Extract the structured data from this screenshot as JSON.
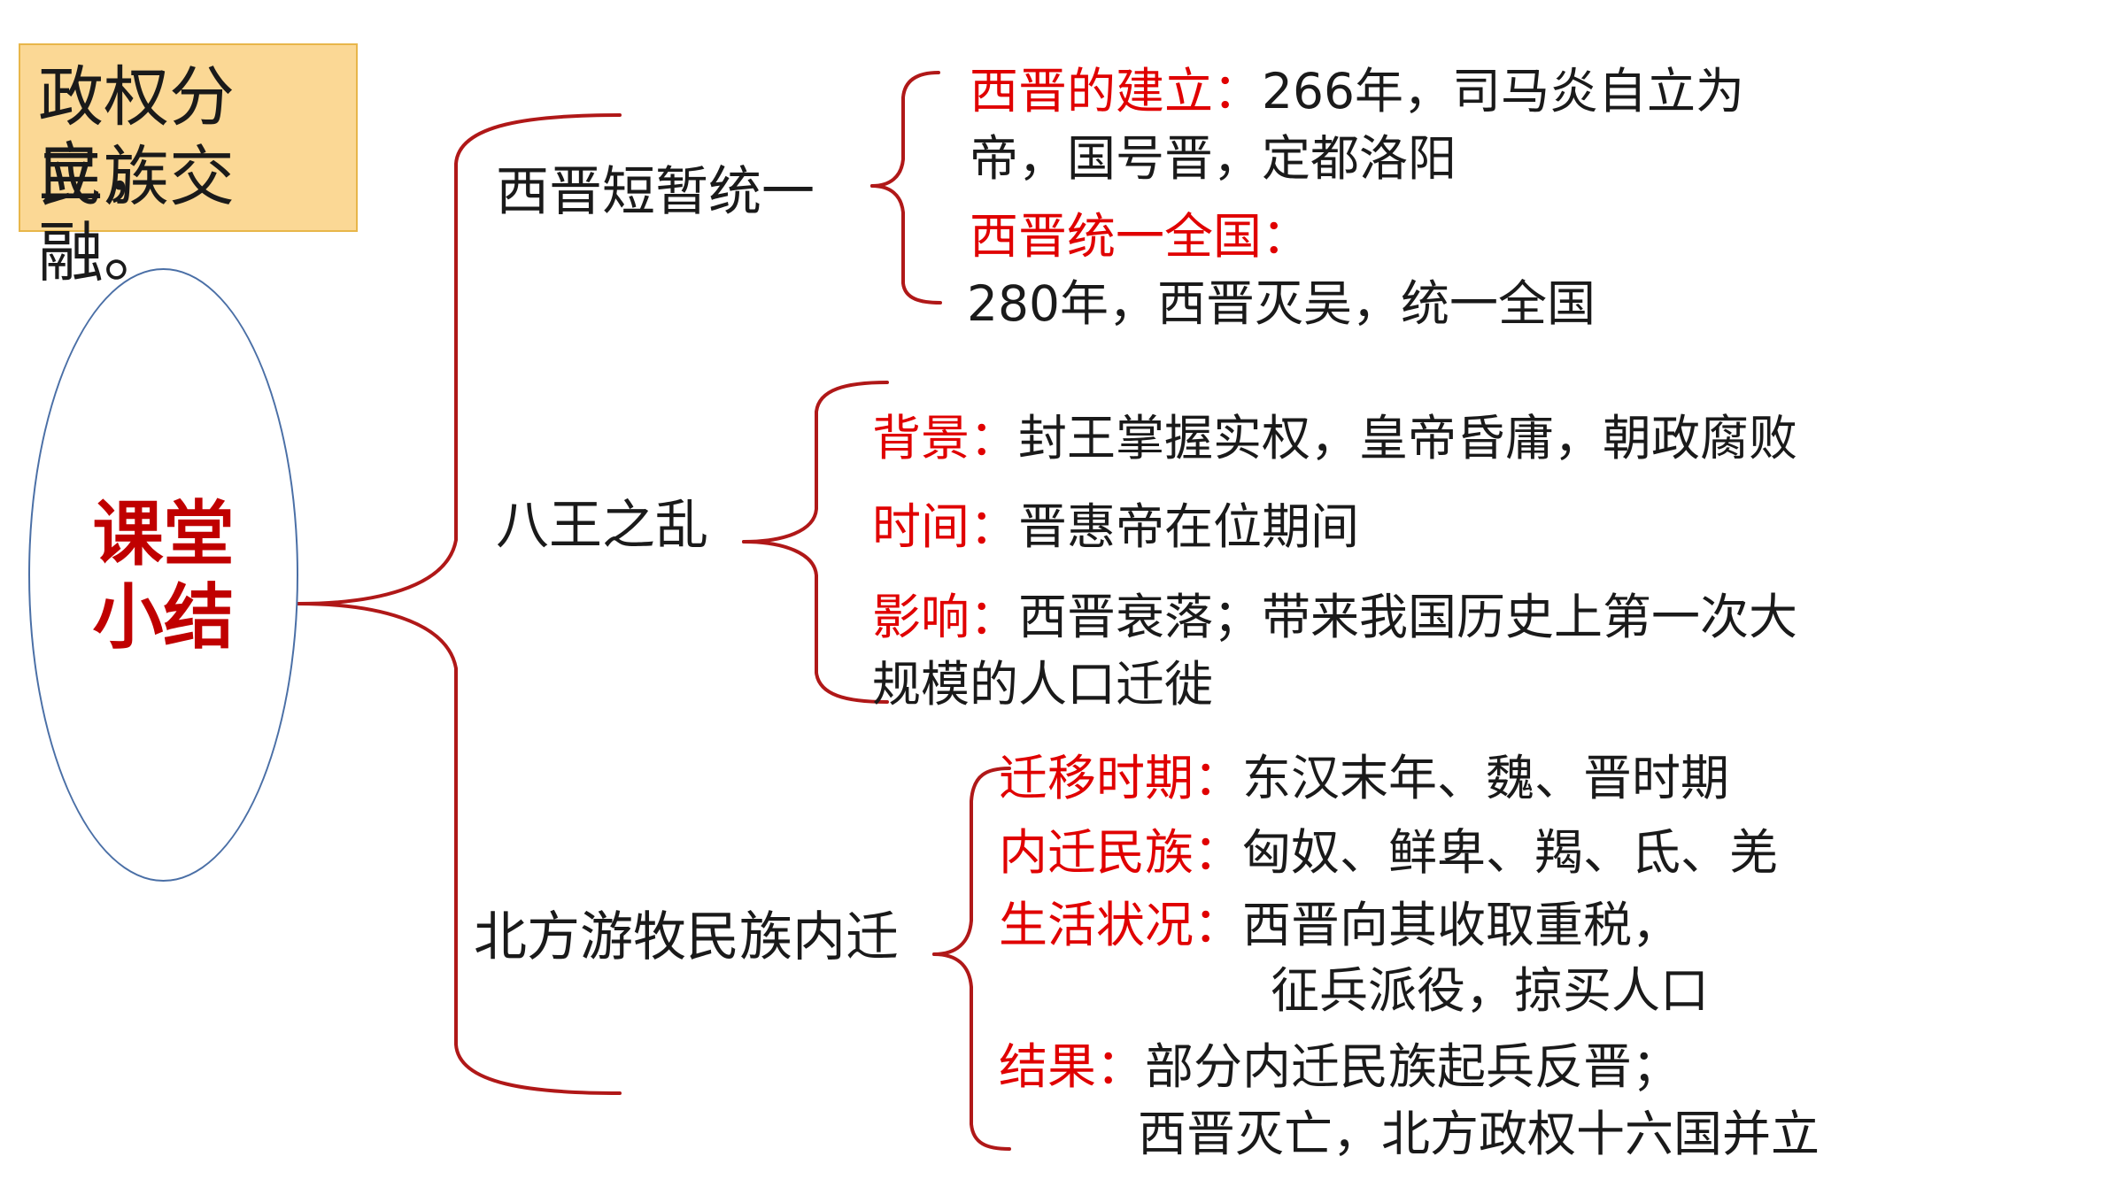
{
  "theme": {
    "line1": "政权分立，",
    "line2": "民族交融。"
  },
  "center": {
    "line1": "课堂",
    "line2": "小结"
  },
  "branches": [
    {
      "title": "西晋短暂统一",
      "items": [
        {
          "label": "西晋的建立：",
          "text": "266年，司马炎自立为",
          "text2": "帝，国号晋，定都洛阳"
        },
        {
          "label": "西晋统一全国：",
          "text": "",
          "text2": "280年，西晋灭吴，统一全国"
        }
      ]
    },
    {
      "title": "八王之乱",
      "items": [
        {
          "label": "背景：",
          "text": "封王掌握实权，皇帝昏庸，朝政腐败"
        },
        {
          "label": "时间：",
          "text": "晋惠帝在位期间"
        },
        {
          "label": "影响：",
          "text": "西晋衰落；带来我国历史上第一次大",
          "text2": "规模的人口迁徙"
        }
      ]
    },
    {
      "title": "北方游牧民族内迁",
      "items": [
        {
          "label": "迁移时期：",
          "text": "东汉末年、魏、晋时期"
        },
        {
          "label": "内迁民族：",
          "text": "匈奴、鲜卑、羯、氐、羌"
        },
        {
          "label": "生活状况：",
          "text": "西晋向其收取重税，",
          "text2": "征兵派役，掠买人口"
        },
        {
          "label": "结果：",
          "text": "部分内迁民族起兵反晋；",
          "text2": "西晋灭亡，北方政权十六国并立"
        }
      ]
    }
  ],
  "colors": {
    "label": "#e00000",
    "center_text": "#c00000",
    "bracket": "#b01818",
    "oval_border": "#4a6fa6",
    "theme_fill": "#fbd895"
  }
}
